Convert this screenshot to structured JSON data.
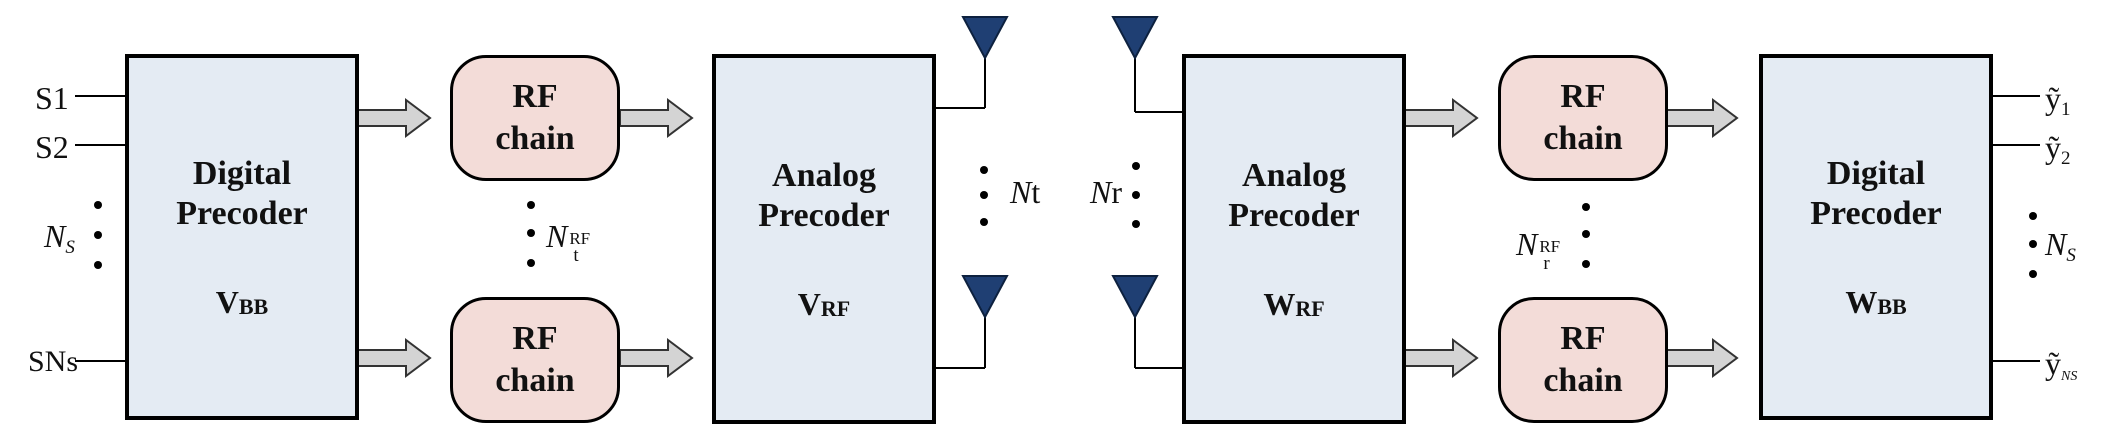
{
  "transmitter": {
    "inputs": [
      "S1",
      "S2",
      "SNs"
    ],
    "ns_label": {
      "base": "N",
      "sub": "S"
    },
    "digital_precoder": {
      "line1": "Digital",
      "line2": "Precoder",
      "sym_main": "V",
      "sym_sub": "BB"
    },
    "rf_chain": {
      "line1": "RF",
      "line2": "chain"
    },
    "nrf_label": {
      "base": "N",
      "sup": "RF",
      "sub": "t"
    },
    "analog_precoder": {
      "line1": "Analog",
      "line2": "Precoder",
      "sym_main": "V",
      "sym_sub": "RF"
    },
    "nt_label": {
      "base": "N",
      "sub": "t"
    }
  },
  "receiver": {
    "nr_label": {
      "base": "N",
      "sub": "r"
    },
    "analog_combiner": {
      "line1": "Analog",
      "line2": "Precoder",
      "sym_main": "W",
      "sym_sub": "RF"
    },
    "rf_chain": {
      "line1": "RF",
      "line2": "chain"
    },
    "nrf_label": {
      "base": "N",
      "sup": "RF",
      "sub": "r"
    },
    "digital_combiner": {
      "line1": "Digital",
      "line2": "Precoder",
      "sym_main": "W",
      "sym_sub": "BB"
    },
    "outputs": [
      {
        "base": "ỹ",
        "sub": "1"
      },
      {
        "base": "ỹ",
        "sub": "2"
      },
      {
        "base": "ỹ",
        "sub": "NS"
      }
    ],
    "ns_label": {
      "base": "N",
      "sub": "S"
    }
  },
  "colors": {
    "block_fill": "#e4ebf3",
    "rf_fill": "#f3dcd8",
    "antenna": "#1f3f73",
    "arrow_fill": "#d4d4d4"
  }
}
